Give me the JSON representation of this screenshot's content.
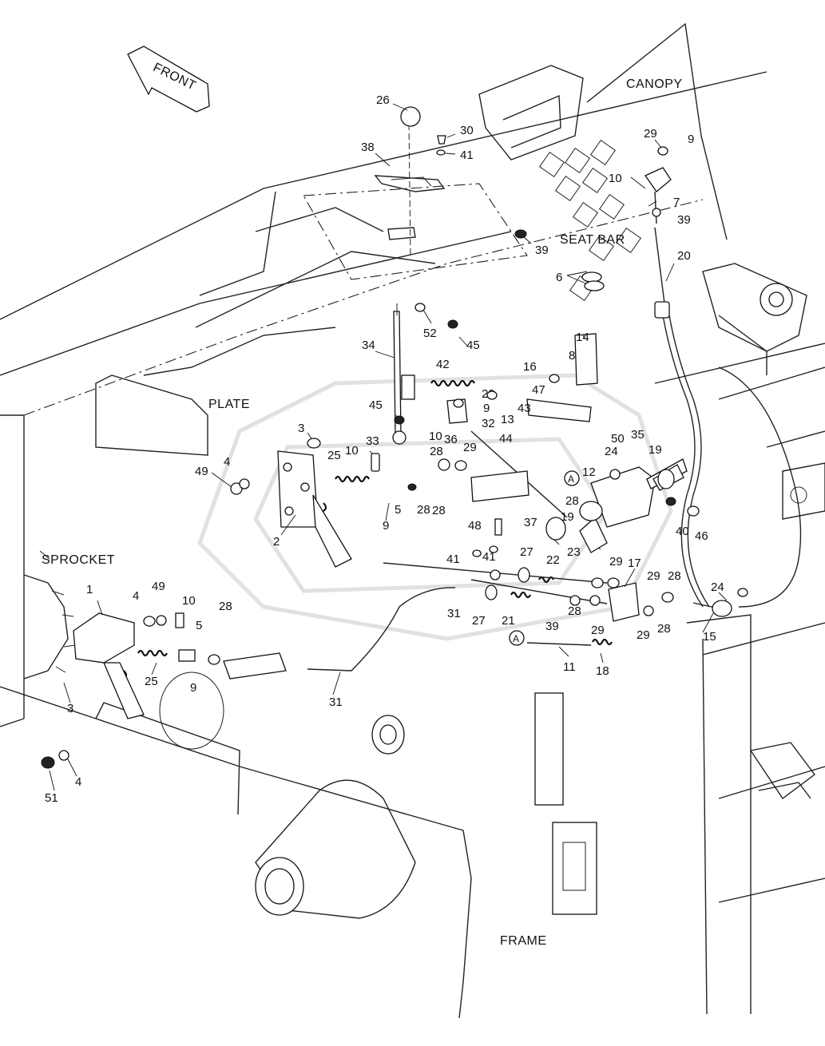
{
  "labels": {
    "front": "FRONT",
    "canopy": "CANOPY",
    "seat_bar": "SEAT BAR",
    "plate": "PLATE",
    "sprocket": "SPROCKET",
    "frame": "FRAME"
  },
  "callouts": [
    "26",
    "30",
    "41",
    "38",
    "39",
    "29",
    "9",
    "10",
    "7",
    "39",
    "6",
    "20",
    "52",
    "45",
    "34",
    "42",
    "14",
    "8",
    "16",
    "47",
    "29",
    "9",
    "43",
    "13",
    "32",
    "10",
    "36",
    "45",
    "33",
    "10",
    "29",
    "28",
    "44",
    "50",
    "35",
    "19",
    "24",
    "3",
    "25",
    "4",
    "49",
    "5",
    "28",
    "9",
    "2",
    "12",
    "28",
    "40",
    "46",
    "48",
    "37",
    "19",
    "23",
    "22",
    "27",
    "41",
    "41",
    "29",
    "17",
    "29",
    "28",
    "24",
    "31",
    "27",
    "21",
    "39",
    "28",
    "29",
    "29",
    "28",
    "15",
    "11",
    "18",
    "1",
    "4",
    "49",
    "10",
    "5",
    "28",
    "3",
    "25",
    "9",
    "31",
    "51",
    "4",
    "28",
    "A",
    "A"
  ]
}
